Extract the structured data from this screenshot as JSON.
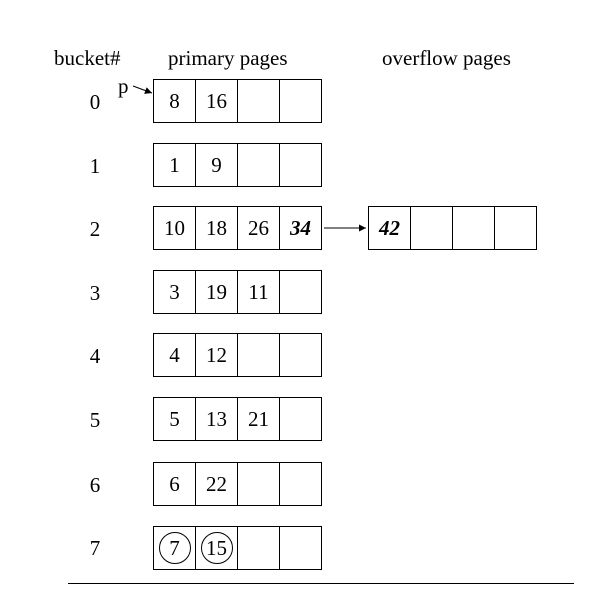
{
  "headers": {
    "bucket": "bucket#",
    "primary": "primary pages",
    "overflow": "overflow pages"
  },
  "pointer_label": "p",
  "buckets": [
    {
      "num": "0",
      "cells": [
        "8",
        "16",
        "",
        ""
      ]
    },
    {
      "num": "1",
      "cells": [
        "1",
        "9",
        "",
        ""
      ]
    },
    {
      "num": "2",
      "cells": [
        "10",
        "18",
        "26",
        "34"
      ]
    },
    {
      "num": "3",
      "cells": [
        "3",
        "19",
        "11",
        ""
      ]
    },
    {
      "num": "4",
      "cells": [
        "4",
        "12",
        "",
        ""
      ]
    },
    {
      "num": "5",
      "cells": [
        "5",
        "13",
        "21",
        ""
      ]
    },
    {
      "num": "6",
      "cells": [
        "6",
        "22",
        "",
        ""
      ]
    },
    {
      "num": "7",
      "cells": [
        "7",
        "15",
        "",
        ""
      ]
    }
  ],
  "overflow_page": [
    "42",
    "",
    "",
    ""
  ]
}
